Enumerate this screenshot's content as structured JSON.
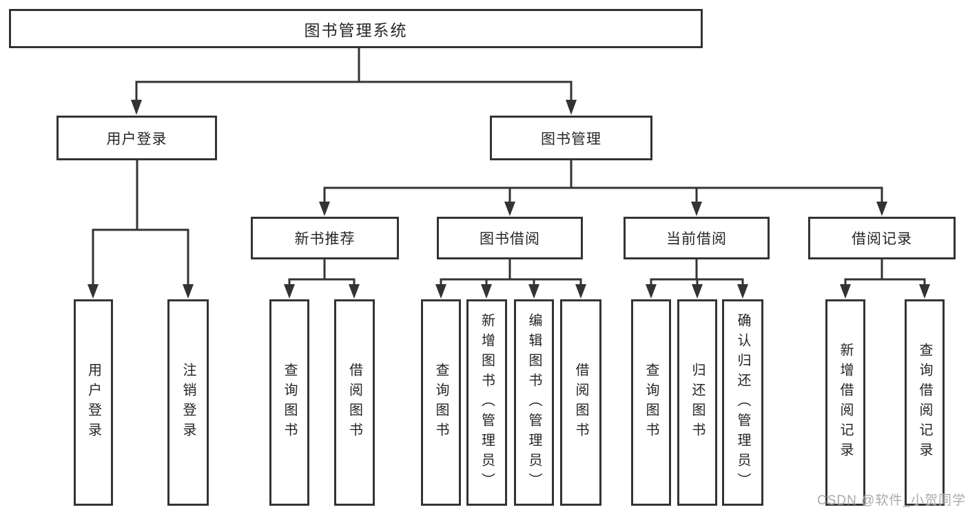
{
  "diagram_type": "hierarchy-tree",
  "colors": {
    "line": "#333333",
    "box_border": "#333333",
    "box_background": "#ffffff",
    "text": "#262626",
    "watermark_text": "#9e9e9e"
  },
  "tree": {
    "label": "图书管理系统",
    "children": [
      {
        "label": "用户登录",
        "children": [
          {
            "label": "用户登录"
          },
          {
            "label": "注销登录"
          }
        ]
      },
      {
        "label": "图书管理",
        "children": [
          {
            "label": "新书推荐",
            "children": [
              {
                "label": "查询图书"
              },
              {
                "label": "借阅图书"
              }
            ]
          },
          {
            "label": "图书借阅",
            "children": [
              {
                "label": "查询图书"
              },
              {
                "label": "新增图书（管理员）"
              },
              {
                "label": "编辑图书（管理员）"
              },
              {
                "label": "借阅图书"
              }
            ]
          },
          {
            "label": "当前借阅",
            "children": [
              {
                "label": "查询图书"
              },
              {
                "label": "归还图书"
              },
              {
                "label": "确认归还（管理员）"
              }
            ]
          },
          {
            "label": "借阅记录",
            "children": [
              {
                "label": "新增借阅记录"
              },
              {
                "label": "查询借阅记录"
              }
            ]
          }
        ]
      }
    ]
  },
  "watermark": {
    "text": "CSDN @软件_小贺同学"
  }
}
